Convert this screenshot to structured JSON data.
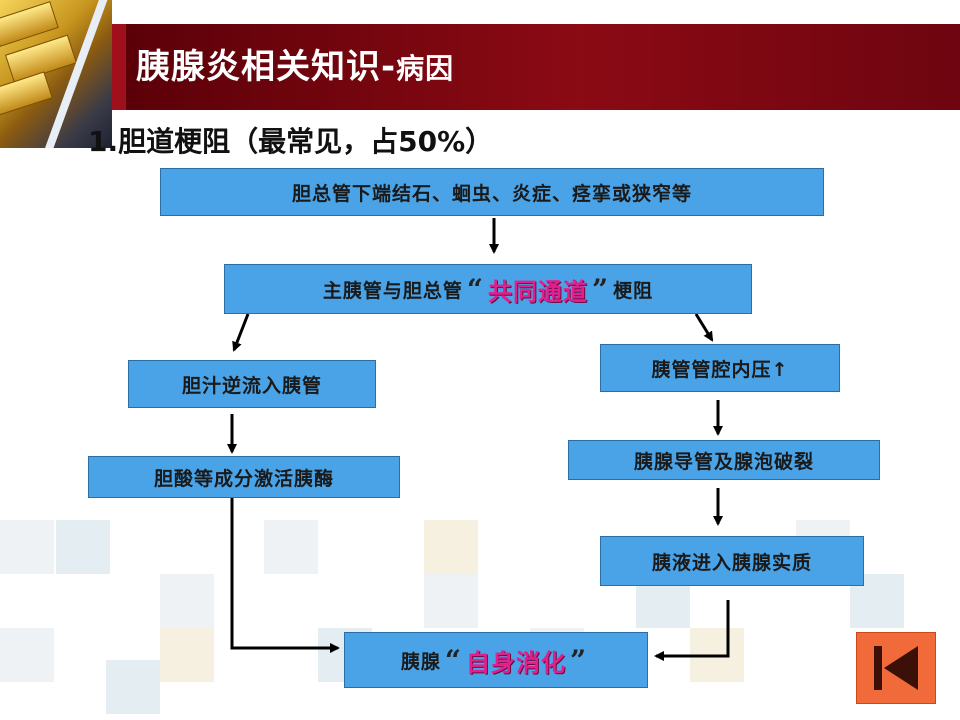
{
  "header": {
    "title_main": "胰腺炎相关知识-",
    "title_sub": "病因"
  },
  "section": {
    "heading": "1.胆道梗阻（最常见，占50%）"
  },
  "flow": {
    "cause": "胆总管下端结石、蛔虫、炎症、痉挛或狭窄等",
    "obstruction": {
      "prefix": "主胰管与胆总管",
      "quote_open": "“",
      "emphasis": "共同通道",
      "quote_close": "”",
      "suffix": "梗阻"
    },
    "left_1": "胆汁逆流入胰管",
    "left_2": "胆酸等成分激活胰酶",
    "right_1": "胰管管腔内压↑",
    "right_2": "胰腺导管及腺泡破裂",
    "right_3": "胰液进入胰腺实质",
    "result": {
      "prefix": "胰腺",
      "quote_open": "“",
      "emphasis": "自身消化",
      "quote_close": "”"
    }
  },
  "colors": {
    "box_fill": "#4aa3e6",
    "title_bar": "#8b0a14",
    "emphasis": "#e0208c",
    "nav_button": "#f06a3a"
  },
  "icons": {
    "nav": "skip-to-start-icon"
  }
}
